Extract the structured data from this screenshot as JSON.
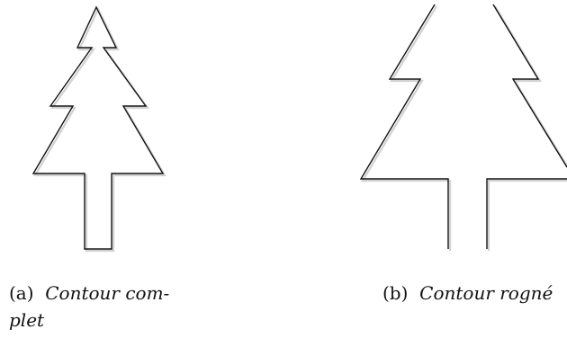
{
  "figure": {
    "subfigure_a": {
      "tag": "(a)",
      "caption_line1": "Contour com-",
      "caption_line2": "plet"
    },
    "subfigure_b": {
      "tag": "(b)",
      "caption": "Contour rogné"
    }
  }
}
